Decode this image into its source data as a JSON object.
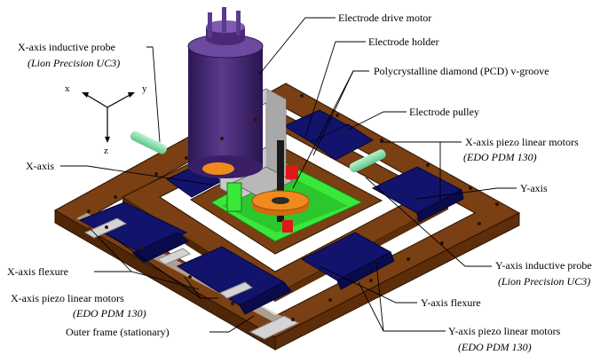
{
  "labels": {
    "electrode_drive_motor": "Electrode drive motor",
    "electrode_holder": "Electrode holder",
    "pcd_vgroove": "Polycrystalline diamond (PCD) v-groove",
    "electrode_pulley": "Electrode pulley",
    "x_piezo_top": {
      "line1": "X-axis piezo linear motors",
      "line2": "EDO PDM 130"
    },
    "y_axis": "Y-axis",
    "y_inductive_probe": {
      "line1": "Y-axis inductive probe",
      "line2": "Lion Precision UC3"
    },
    "y_axis_flexure": "Y-axis flexure",
    "y_piezo": {
      "line1": "Y-axis piezo linear motors",
      "line2": "EDO PDM 130"
    },
    "outer_frame": "Outer frame (stationary)",
    "x_piezo_bottom": {
      "line1": "X-axis piezo linear motors",
      "line2": "EDO PDM 130"
    },
    "x_axis_flexure": "X-axis flexure",
    "x_axis": "X-axis",
    "x_inductive_probe": {
      "line1": "X-axis inductive probe",
      "line2": "Lion Precision UC3"
    }
  },
  "axes_triad": {
    "x": "x",
    "y": "y",
    "z": "z"
  },
  "colors": {
    "frame_wood": "#7a3f12",
    "frame_dark": "#4f2608",
    "motor_blue": "#12136b",
    "drive_motor_purple": "#4a2a78",
    "pcd_green": "#39e83a",
    "pulley_orange": "#f08a1e",
    "holder_gray": "#c9c9c9",
    "red_block": "#e01818",
    "probe_mint": "#8fe6b0",
    "leader_line": "#000000"
  }
}
